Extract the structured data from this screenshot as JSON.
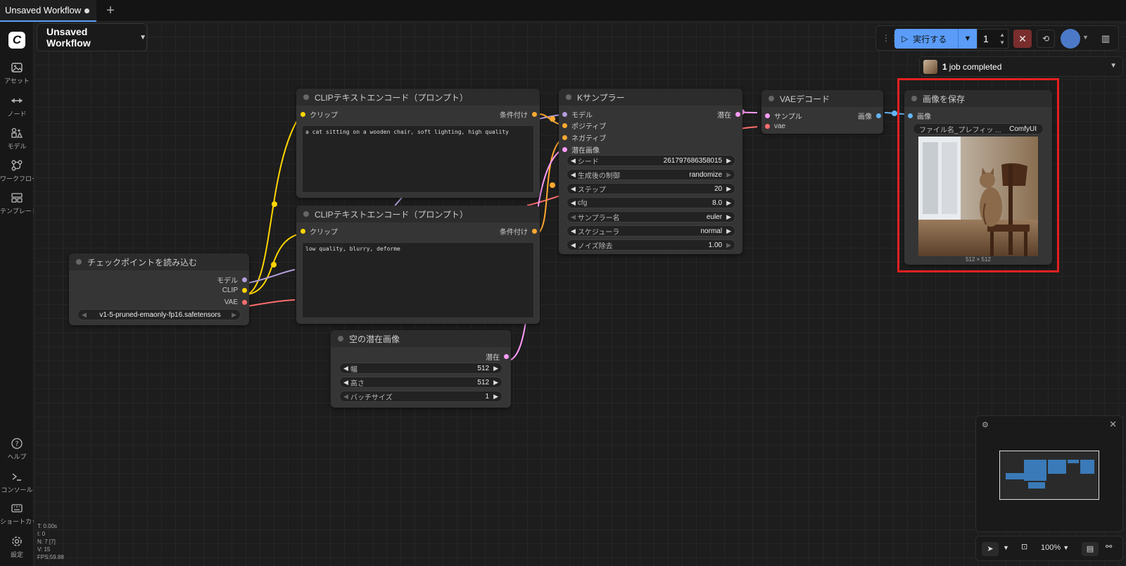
{
  "tabs": [
    {
      "label": "Unsaved Workflow"
    }
  ],
  "sidebar": {
    "items": [
      {
        "label": "アセット",
        "icon": "image-icon"
      },
      {
        "label": "ノード",
        "icon": "node-icon"
      },
      {
        "label": "モデル",
        "icon": "model-icon"
      },
      {
        "label": "ワークフロー",
        "icon": "workflow-icon"
      },
      {
        "label": "テンプレート",
        "icon": "template-icon"
      }
    ],
    "bottom_items": [
      {
        "label": "ヘルプ",
        "icon": "help-icon"
      },
      {
        "label": "コンソール",
        "icon": "console-icon"
      },
      {
        "label": "ショートカット",
        "icon": "keyboard-icon"
      },
      {
        "label": "設定",
        "icon": "settings-icon"
      }
    ]
  },
  "workflow_title": "Unsaved Workflow",
  "toolbar": {
    "run_label": "実行する",
    "batch_count": "1"
  },
  "job_banner": {
    "count": "1",
    "text": "job completed"
  },
  "nodes": {
    "clip_pos": {
      "title": "CLIPテキストエンコード（プロンプト）",
      "input": "クリップ",
      "output": "条件付け",
      "text": "a cat sitting on a wooden chair, soft lighting, high quality"
    },
    "clip_neg": {
      "title": "CLIPテキストエンコード（プロンプト）",
      "input": "クリップ",
      "output": "条件付け",
      "text": "low quality, blurry, deforme"
    },
    "checkpoint": {
      "title": "チェックポイントを読み込む",
      "outputs": [
        "モデル",
        "CLIP",
        "VAE"
      ],
      "ckpt_name": "v1-5-pruned-emaonly-fp16.safetensors"
    },
    "latent": {
      "title": "空の潜在画像",
      "output": "潜在",
      "widgets": [
        {
          "label": "幅",
          "value": "512"
        },
        {
          "label": "高さ",
          "value": "512"
        },
        {
          "label": "バッチサイズ",
          "value": "1"
        }
      ]
    },
    "ksampler": {
      "title": "Kサンプラー",
      "inputs": [
        "モデル",
        "ポジティブ",
        "ネガティブ",
        "潜在画像"
      ],
      "output": "潜在",
      "widgets": [
        {
          "label": "シード",
          "value": "261797686358015"
        },
        {
          "label": "生成後の制御",
          "value": "randomize"
        },
        {
          "label": "ステップ",
          "value": "20"
        },
        {
          "label": "cfg",
          "value": "8.0"
        },
        {
          "label": "サンプラー名",
          "value": "euler"
        },
        {
          "label": "スケジューラ",
          "value": "normal"
        },
        {
          "label": "ノイズ除去",
          "value": "1.00"
        }
      ]
    },
    "vae_decode": {
      "title": "VAEデコード",
      "inputs": [
        "サンプル",
        "vae"
      ],
      "output": "画像"
    },
    "save_image": {
      "title": "画像を保存",
      "input": "画像",
      "prefix_label": "ファイル名_プレフィッ ...",
      "prefix_value": "ComfyUI",
      "image_size": "512 × 512"
    }
  },
  "bottom_toolbar": {
    "zoom": "100%"
  },
  "stats": [
    "T: 0.00s",
    "I: 0",
    "N: 7 [7]",
    "V: 15",
    "FPS:59.88"
  ],
  "colors": {
    "accent": "#5a9cf8",
    "highlight": "#e32020",
    "model": "#b39ddb",
    "clip": "#ffd500",
    "vae": "#ff6e6e",
    "conditioning": "#ffa931",
    "latent": "#ff9cf9",
    "image": "#64b5f6"
  }
}
